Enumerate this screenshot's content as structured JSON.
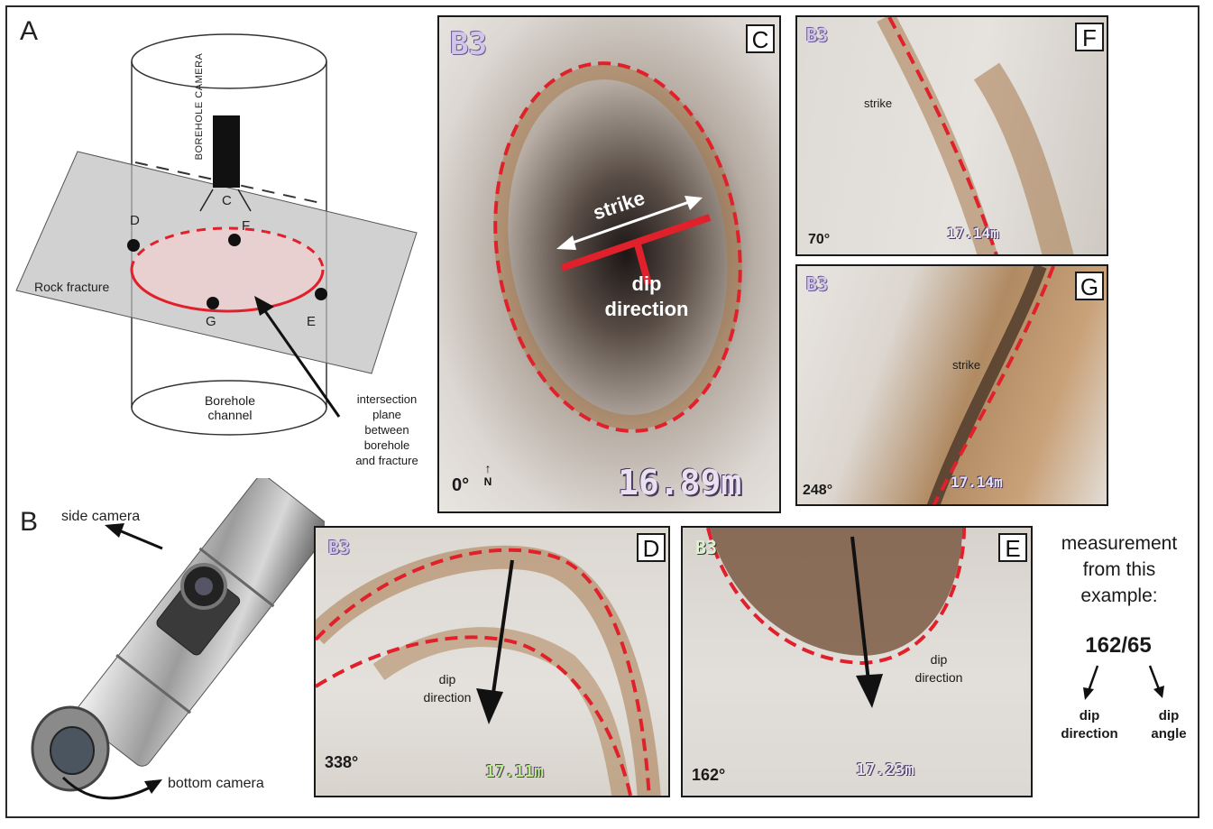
{
  "panels": {
    "A": {
      "letter": "A",
      "camera_text": "BOREHOLE CAMERA",
      "fracture_label": "Rock fracture",
      "channel_label": [
        "Borehole",
        "channel"
      ],
      "points": {
        "c": "C",
        "d": "D",
        "e": "E",
        "f": "F",
        "g": "G"
      },
      "intersection_label": [
        "intersection",
        "plane",
        "between",
        "borehole",
        "and fracture"
      ]
    },
    "B": {
      "letter": "B",
      "side_camera": "side camera",
      "bottom_camera": "bottom camera"
    },
    "C": {
      "tag": "C",
      "cam_id": "B3",
      "strike": "strike",
      "dip_line1": "dip",
      "dip_line2": "direction",
      "degree": "0°",
      "north": "N",
      "depth": "16.89m"
    },
    "D": {
      "tag": "D",
      "cam_id": "B3",
      "dip_line1": "dip",
      "dip_line2": "direction",
      "degree": "338°",
      "depth": "17.11m"
    },
    "E": {
      "tag": "E",
      "cam_id": "B3",
      "dip_line1": "dip",
      "dip_line2": "direction",
      "degree": "162°",
      "depth": "17.23m"
    },
    "F": {
      "tag": "F",
      "cam_id": "B3",
      "strike": "strike",
      "degree": "70°",
      "depth": "17.14m"
    },
    "G": {
      "tag": "G",
      "cam_id": "B3",
      "strike": "strike",
      "degree": "248°",
      "depth": "17.14m"
    }
  },
  "measurement": {
    "header": [
      "measurement",
      "from this",
      "example:"
    ],
    "value": "162/65",
    "left_label": [
      "dip",
      "direction"
    ],
    "right_label": [
      "dip",
      "angle"
    ]
  },
  "colors": {
    "fracture_trace": "#e0202a",
    "rock_wall": "#e8e4df",
    "stain": "#a8794a",
    "frame": "#1a1a1a"
  }
}
